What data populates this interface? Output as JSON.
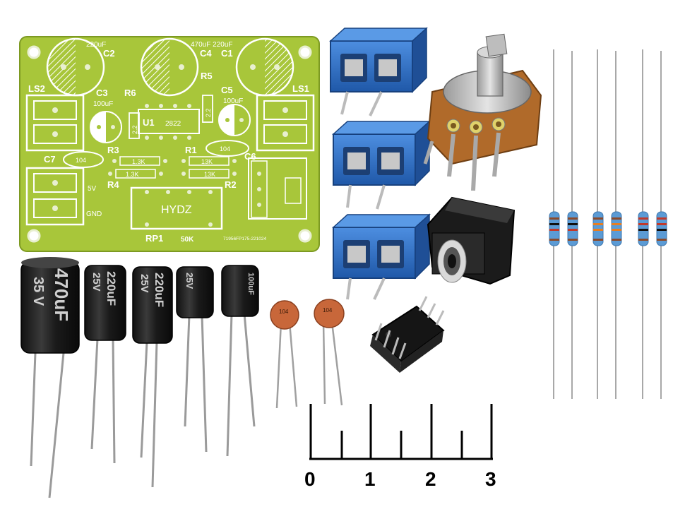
{
  "pcb": {
    "labels": {
      "c2_val": "220uF",
      "c2": "C2",
      "c4c1_vals": "470uF 220uF",
      "c4": "C4",
      "c1": "C1",
      "r5": "R5",
      "c3": "C3",
      "r6": "R6",
      "c3_val": "100uF",
      "c5": "C5",
      "c5_val": "100uF",
      "ls2": "LS2",
      "ls1": "LS1",
      "u1": "U1",
      "u1_part": "2822",
      "r_vert": "2.2",
      "c7": "C7",
      "cap104": "104",
      "r3": "R3",
      "r1": "R1",
      "c6": "C6",
      "res13k": "1.3K",
      "res13k_b": "13K",
      "r4": "R4",
      "r2": "R2",
      "v5": "5V",
      "gnd": "GND",
      "hydz": "HYDZ",
      "rp1": "RP1",
      "pot_val": "50K",
      "code": "71956FP175-221024"
    }
  },
  "capacitors": [
    {
      "value": "470uF",
      "voltage": "35 V"
    },
    {
      "value": "220uF",
      "voltage": "25V"
    },
    {
      "value": "220uF",
      "voltage": "25V"
    },
    {
      "value": "",
      "voltage": "25V"
    },
    {
      "value": "100uF",
      "voltage": ""
    }
  ],
  "ceramic_label": "104",
  "scale": {
    "numbers": [
      "0",
      "1",
      "2",
      "3"
    ]
  },
  "colors": {
    "pcb_green": "#a8c63a",
    "terminal_blue": "#2f6fc4",
    "cap_black": "#1c1c1c",
    "ceramic_orange": "#c8673a",
    "resistor_blue": "#5b9bd5"
  },
  "icons": [
    "pcb-board",
    "terminal-block",
    "potentiometer",
    "audio-jack",
    "dip8-chip",
    "electrolytic-capacitor",
    "ceramic-capacitor",
    "resistor",
    "ruler-scale"
  ]
}
